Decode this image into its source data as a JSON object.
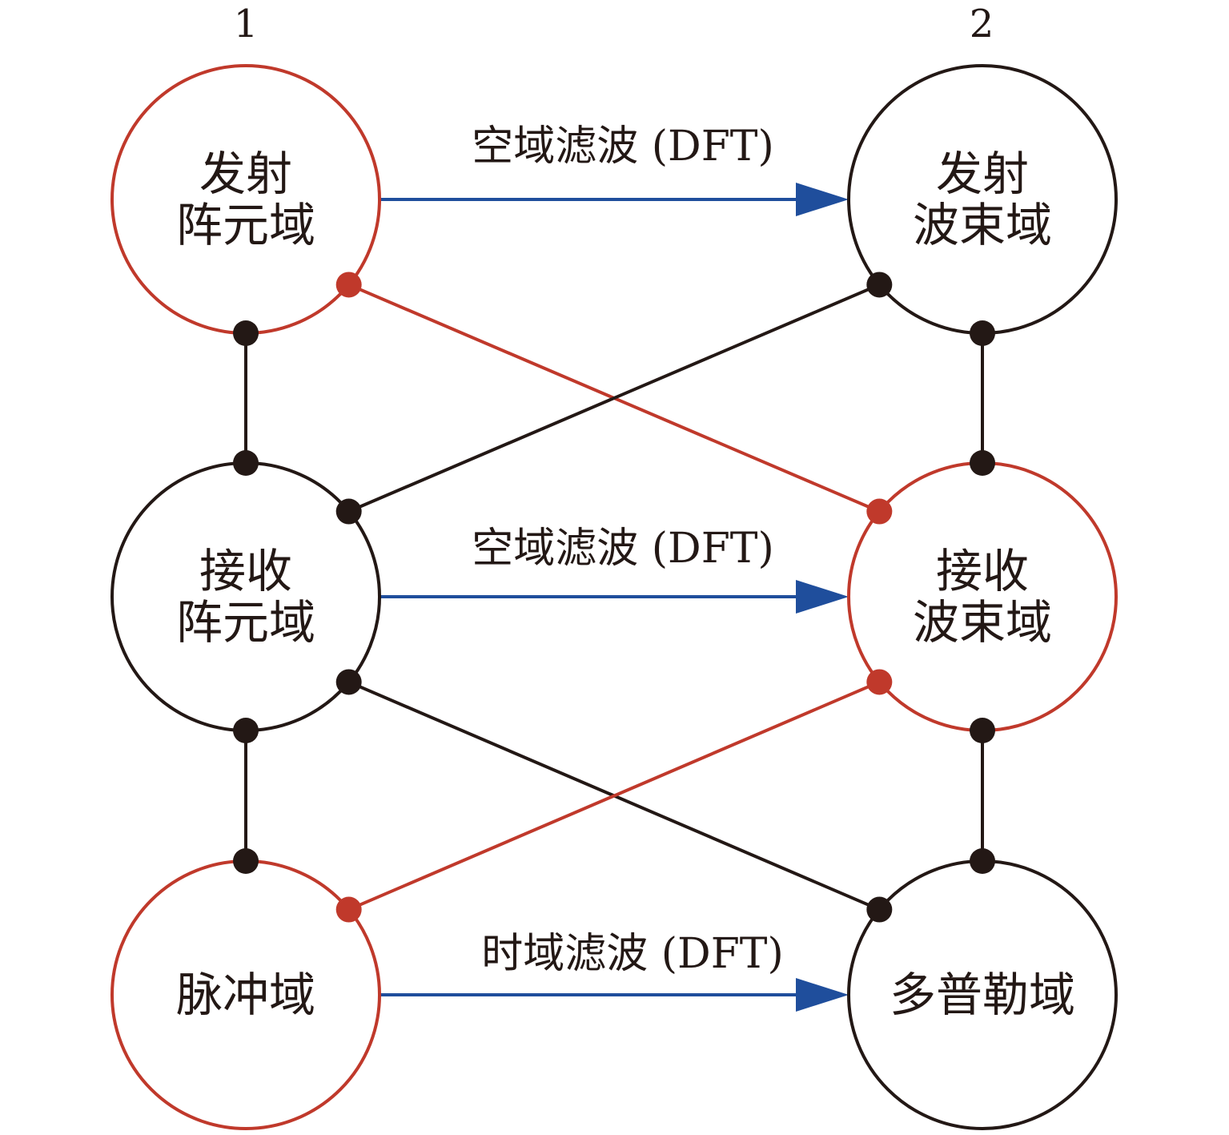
{
  "colors": {
    "red": "#c0392b",
    "black": "#231815",
    "blue": "#1f4e9c"
  },
  "columns": [
    {
      "id": "col1",
      "label": "1"
    },
    {
      "id": "col2",
      "label": "2"
    }
  ],
  "nodes": [
    {
      "id": "tx_element",
      "col": 0,
      "row": 0,
      "lines": [
        "发射",
        "阵元域"
      ],
      "color": "red"
    },
    {
      "id": "rx_element",
      "col": 0,
      "row": 1,
      "lines": [
        "接收",
        "阵元域"
      ],
      "color": "black"
    },
    {
      "id": "pulse",
      "col": 0,
      "row": 2,
      "lines": [
        "脉冲域"
      ],
      "color": "red"
    },
    {
      "id": "tx_beam",
      "col": 1,
      "row": 0,
      "lines": [
        "发射",
        "波束域"
      ],
      "color": "black"
    },
    {
      "id": "rx_beam",
      "col": 1,
      "row": 1,
      "lines": [
        "接收",
        "波束域"
      ],
      "color": "red"
    },
    {
      "id": "doppler",
      "col": 1,
      "row": 2,
      "lines": [
        "多普勒域"
      ],
      "color": "black"
    }
  ],
  "transforms": [
    {
      "from": "tx_element",
      "to": "tx_beam",
      "label": "空域滤波 (DFT)"
    },
    {
      "from": "rx_element",
      "to": "rx_beam",
      "label": "空域滤波 (DFT)"
    },
    {
      "from": "pulse",
      "to": "doppler",
      "label": "时域滤波 (DFT)"
    }
  ],
  "links": [
    {
      "from": "tx_element",
      "to": "rx_element",
      "color": "black",
      "type": "vertical"
    },
    {
      "from": "rx_element",
      "to": "pulse",
      "color": "black",
      "type": "vertical"
    },
    {
      "from": "tx_beam",
      "to": "rx_beam",
      "color": "black",
      "type": "vertical"
    },
    {
      "from": "rx_beam",
      "to": "doppler",
      "color": "black",
      "type": "vertical"
    },
    {
      "from": "tx_element",
      "to": "rx_beam",
      "color": "red",
      "type": "diagonal"
    },
    {
      "from": "rx_element",
      "to": "tx_beam",
      "color": "black",
      "type": "diagonal"
    },
    {
      "from": "rx_element",
      "to": "doppler",
      "color": "black",
      "type": "diagonal"
    },
    {
      "from": "pulse",
      "to": "rx_beam",
      "color": "red",
      "type": "diagonal"
    }
  ]
}
